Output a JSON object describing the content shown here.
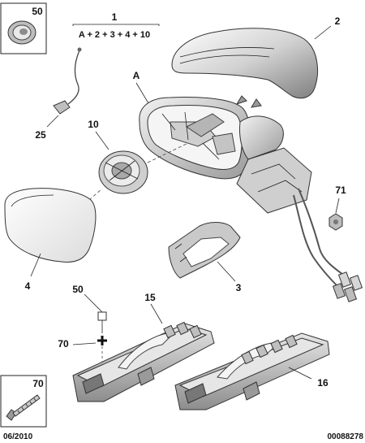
{
  "callouts": {
    "n1": "1",
    "formula": "A + 2 + 3 + 4 + 10",
    "n2": "2",
    "nA": "A",
    "n3": "3",
    "n4": "4",
    "n10": "10",
    "n15": "15",
    "n16": "16",
    "n25": "25",
    "n50": "50",
    "n70": "70",
    "n71": "71"
  },
  "inset_top": {
    "label": "50"
  },
  "inset_bottom": {
    "label": "70"
  },
  "footer": {
    "date": "06/2010",
    "reference": "00088278"
  }
}
